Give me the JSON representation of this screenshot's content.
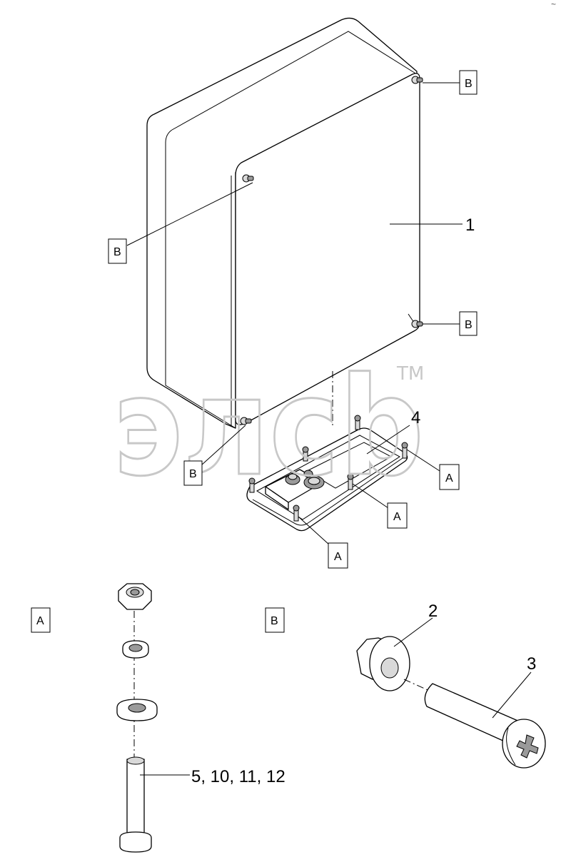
{
  "watermark": {
    "text": "элсb",
    "tm": "TM",
    "color": "#c8c8c8"
  },
  "corner_mark": "~",
  "detail_labels": {
    "a": "A",
    "b": "B"
  },
  "callouts": {
    "b_top_right": "B",
    "b_left": "B",
    "b_mid_right": "B",
    "b_bottom": "B",
    "a_right": "A",
    "a_middle": "A",
    "a_bottom": "A"
  },
  "part_numbers": {
    "enclosure": "1",
    "plate": "4",
    "sleeve": "2",
    "screw": "3",
    "stud_set": "5, 10, 11, 12"
  }
}
